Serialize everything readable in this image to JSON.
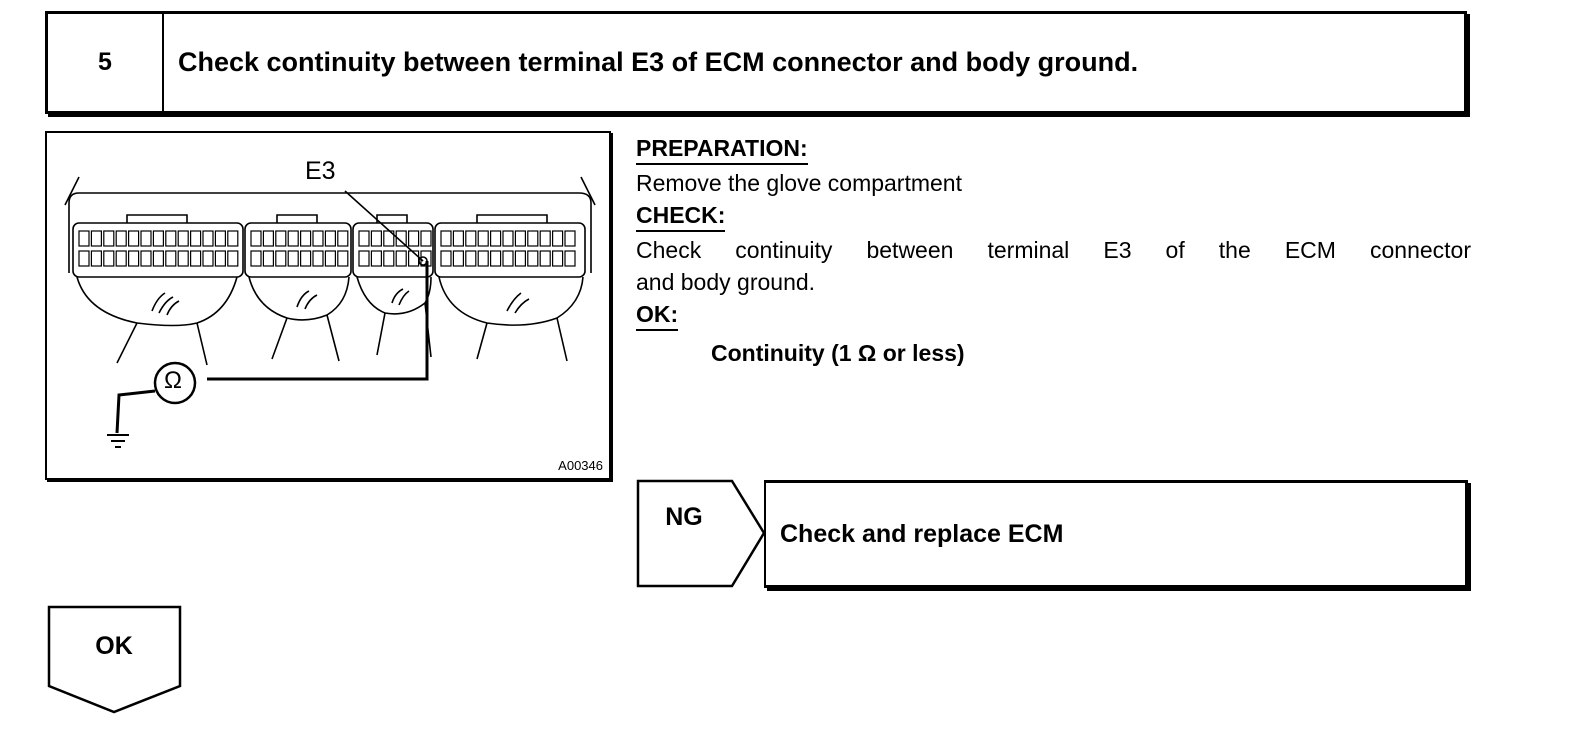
{
  "step": {
    "number": "5",
    "title": "Check continuity between terminal E3 of ECM connector and body ground."
  },
  "figure": {
    "terminal_label": "E3",
    "meter_symbol": "Ω",
    "figure_code": "A00346"
  },
  "instructions": {
    "preparation_heading": "PREPARATION:",
    "preparation_text": "Remove the glove compartment",
    "check_heading": "CHECK:",
    "check_text_line1": "Check continuity between terminal E3 of the ECM connector",
    "check_text_line2": "and body ground.",
    "ok_heading": "OK:",
    "ok_criteria": "Continuity (1 Ω or less)"
  },
  "flow": {
    "ng_label": "NG",
    "ng_action": "Check and replace ECM",
    "ok_label": "OK"
  }
}
